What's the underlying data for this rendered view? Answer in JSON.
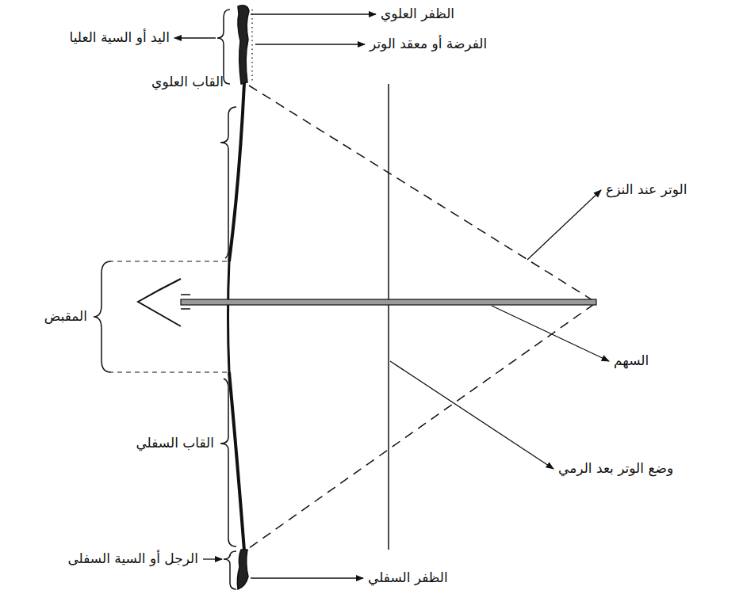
{
  "diagram": {
    "labels": [
      "الظفر العلوي",
      "الفرضة أو معقد الوتر",
      "اليد أو السية العليا",
      "القاب العلوي",
      "الوتر عند النزع",
      "المقبض",
      "السهم",
      "وضع الوتر بعد الرمي",
      "القاب السفلي",
      "الرجل أو السية السفلى",
      "الظفر السفلي"
    ]
  }
}
